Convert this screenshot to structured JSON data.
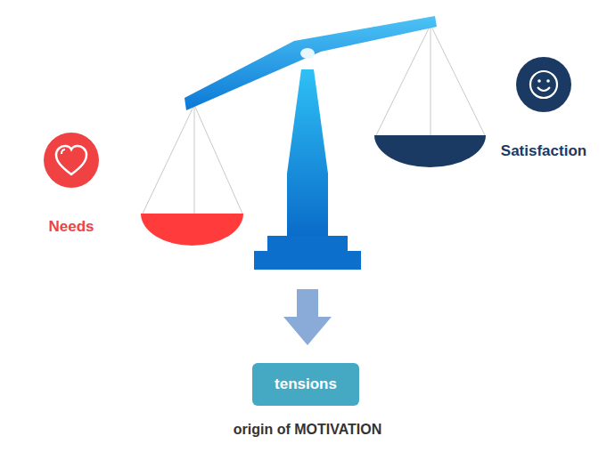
{
  "diagram": {
    "nodes": [
      {
        "text": [
          "tensions"
        ]
      }
    ],
    "labels": [
      "Needs",
      "Satisfaction",
      "origin of MOTIVATION"
    ]
  }
}
